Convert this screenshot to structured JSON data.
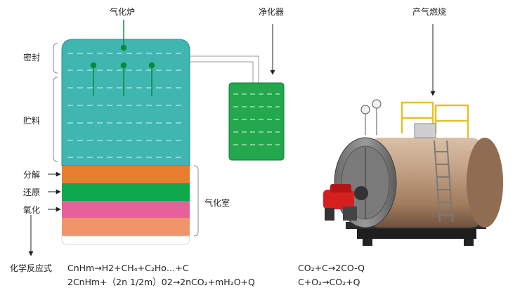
{
  "gasifier": {
    "title": "气化炉",
    "labels": {
      "seal": "密封",
      "storage": "贮料",
      "decompose": "分解",
      "reduce": "还原",
      "oxidize": "氧化",
      "chamber": "气化室",
      "reaction_formula": "化学反应式"
    },
    "layer_colors": {
      "body": "#3fb6b0",
      "decompose": "#e87d2e",
      "reduce": "#0fa84c",
      "oxidize": "#e8609a",
      "bottom": "#f0956a"
    }
  },
  "purifier": {
    "title": "净化器",
    "color": "#23a84d"
  },
  "burner": {
    "title": "产气燃烧",
    "boiler_color": "#b8906c"
  },
  "equations": {
    "left_line1": "CnHm→H2+CH₄+C₂Ho…+C",
    "left_line2": "2CnHm+（2n 1/2m）02→2nCO₂+mH₂O+Q",
    "right_line1": "CO₂+C→2CO-Q",
    "right_line2": "C+O₂→CO₂+Q"
  }
}
